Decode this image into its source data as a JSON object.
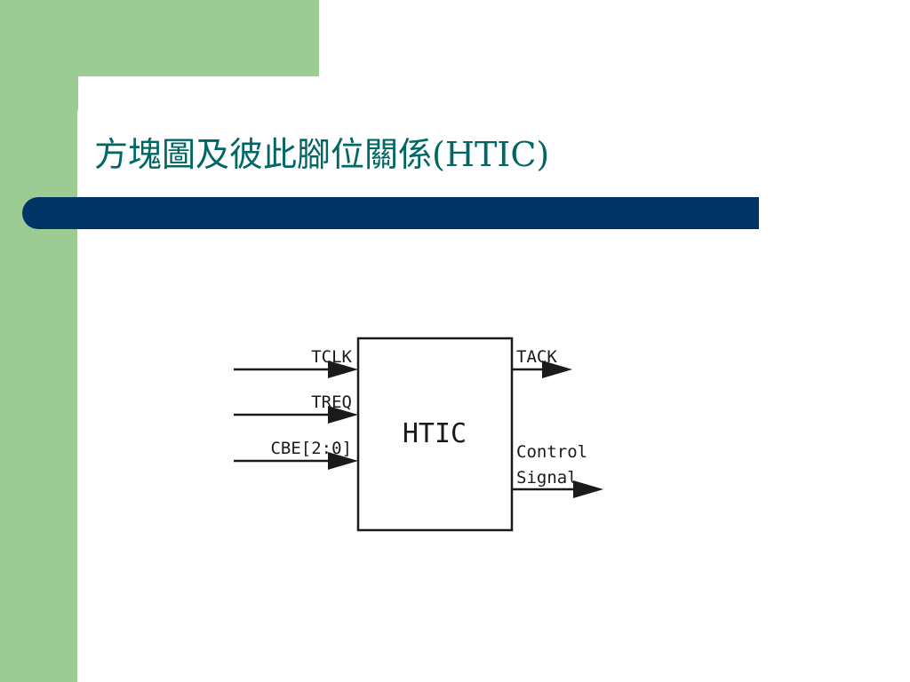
{
  "slide": {
    "title": "方塊圖及彼此腳位關係(HTIC)"
  },
  "diagram": {
    "block_label": "HTIC",
    "inputs": [
      "TCLK",
      "TREQ",
      "CBE[2:0]"
    ],
    "outputs": [
      "TACK",
      "Control",
      "Signal"
    ]
  },
  "colors": {
    "sidebar_green": "#9ccc94",
    "title_text": "#006666",
    "title_bar": "#003366"
  }
}
